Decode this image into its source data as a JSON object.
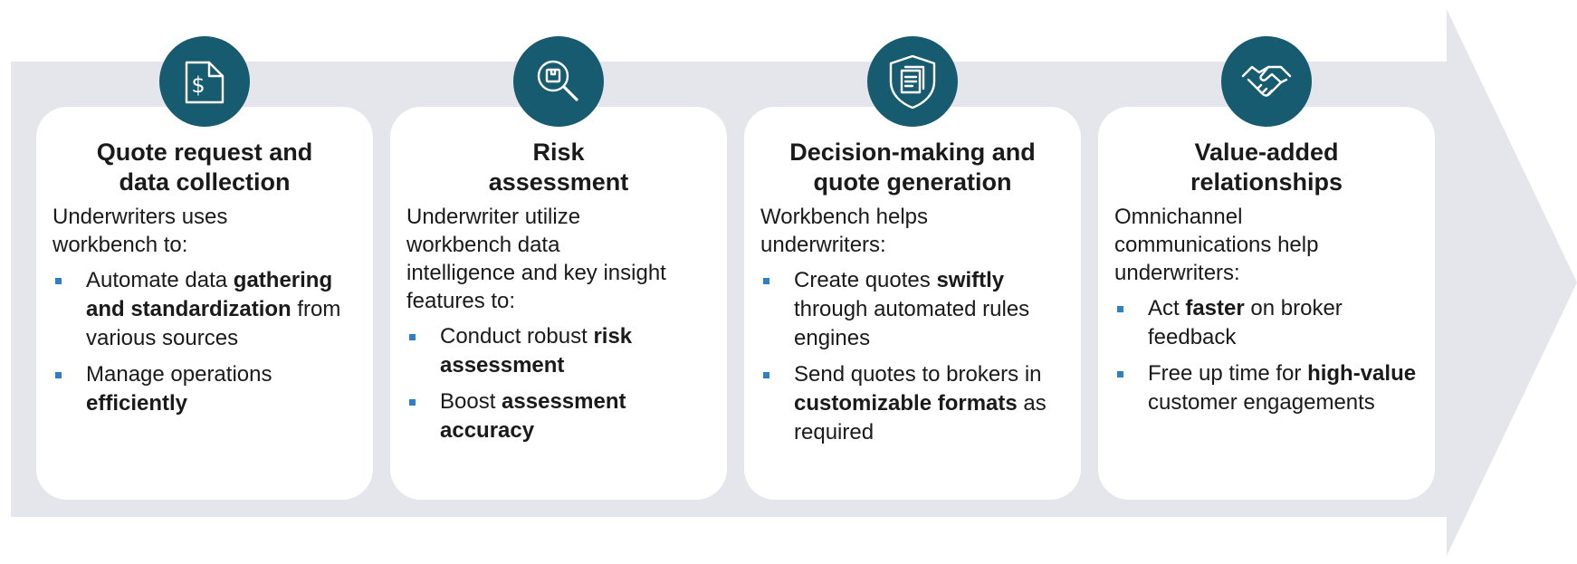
{
  "colors": {
    "arrow_band": "#e4e6ec",
    "card_bg": "#ffffff",
    "icon_circle": "#175b70",
    "bullet_marker": "#2f7fc7"
  },
  "steps": [
    {
      "icon": "dollar-document-icon",
      "title": "Quote request and\ndata collection",
      "intro": "Underwriters uses\nworkbench to:",
      "bullets": [
        [
          {
            "t": "Automate data "
          },
          {
            "t": "gathering and standardization",
            "b": true
          },
          {
            "t": " from various sources"
          }
        ],
        [
          {
            "t": "Manage operations "
          },
          {
            "t": "efficiently",
            "b": true
          }
        ]
      ]
    },
    {
      "icon": "magnify-box-icon",
      "title": "Risk\nassessment",
      "intro": "Underwriter utilize\nworkbench data\nintelligence and key insight\nfeatures to:",
      "bullets": [
        [
          {
            "t": "Conduct robust "
          },
          {
            "t": "risk assessment",
            "b": true
          }
        ],
        [
          {
            "t": "Boost "
          },
          {
            "t": "assessment accuracy",
            "b": true
          }
        ]
      ]
    },
    {
      "icon": "shield-document-icon",
      "title": "Decision-making and\nquote generation",
      "intro": "Workbench helps\nunderwriters:",
      "bullets": [
        [
          {
            "t": "Create quotes "
          },
          {
            "t": "swiftly",
            "b": true
          },
          {
            "t": " through automated rules engines"
          }
        ],
        [
          {
            "t": "Send quotes to brokers in "
          },
          {
            "t": "customizable formats",
            "b": true
          },
          {
            "t": " as required"
          }
        ]
      ]
    },
    {
      "icon": "handshake-icon",
      "title": "Value-added\nrelationships",
      "intro": "Omnichannel\ncommunications help\nunderwriters:",
      "bullets": [
        [
          {
            "t": "Act "
          },
          {
            "t": "faster",
            "b": true
          },
          {
            "t": " on broker feedback"
          }
        ],
        [
          {
            "t": "Free up time for "
          },
          {
            "t": "high-value",
            "b": true
          },
          {
            "t": " customer engagements"
          }
        ]
      ]
    }
  ]
}
